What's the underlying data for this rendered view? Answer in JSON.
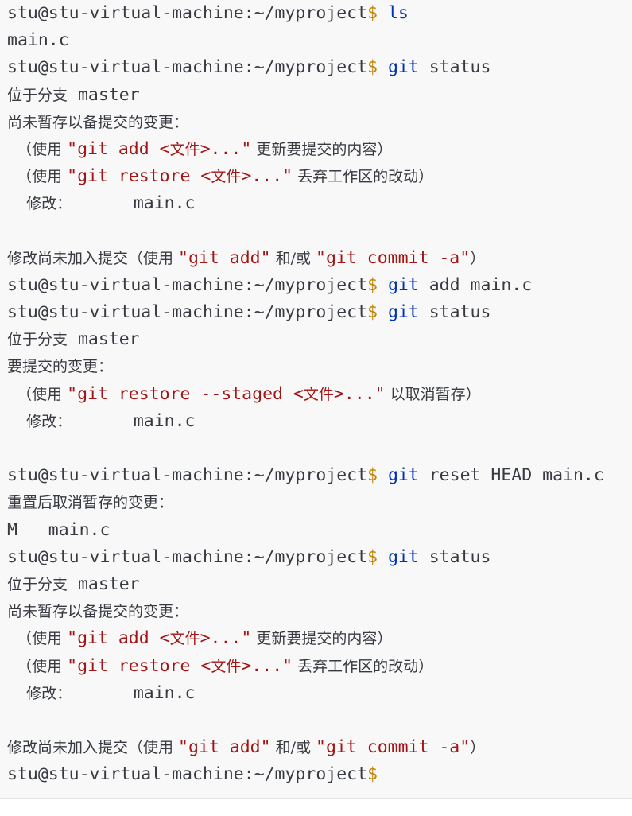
{
  "prompt": "stu@stu-virtual-machine:~/myproject",
  "dollar": "$",
  "lines": [
    {
      "type": "cmd",
      "kw": "ls",
      "rest": ""
    },
    {
      "type": "out",
      "text": "main.c"
    },
    {
      "type": "cmd",
      "kw": "git",
      "rest": " status"
    },
    {
      "type": "mixed",
      "parts": [
        {
          "t": "位于分支",
          "c": "cn"
        },
        {
          "t": " master",
          "c": ""
        }
      ]
    },
    {
      "type": "mixed",
      "parts": [
        {
          "t": "尚未暂存以备提交的变更：",
          "c": "cn"
        }
      ]
    },
    {
      "type": "mixed",
      "parts": [
        {
          "t": "  （使用 ",
          "c": "cn"
        },
        {
          "t": "\"git add <",
          "c": "str"
        },
        {
          "t": "文件",
          "c": "str cn"
        },
        {
          "t": ">...\"",
          "c": "str"
        },
        {
          "t": " 更新要提交的内容）",
          "c": "cn"
        }
      ]
    },
    {
      "type": "mixed",
      "parts": [
        {
          "t": "  （使用 ",
          "c": "cn"
        },
        {
          "t": "\"git restore <",
          "c": "str"
        },
        {
          "t": "文件",
          "c": "str cn"
        },
        {
          "t": ">...\"",
          "c": "str"
        },
        {
          "t": " 丢弃工作区的改动）",
          "c": "cn"
        }
      ]
    },
    {
      "type": "mixed",
      "parts": [
        {
          "t": "    修改：",
          "c": "cn"
        },
        {
          "t": "      main.c",
          "c": ""
        }
      ]
    },
    {
      "type": "blank"
    },
    {
      "type": "mixed",
      "parts": [
        {
          "t": "修改尚未加入提交（使用 ",
          "c": "cn"
        },
        {
          "t": "\"git add\"",
          "c": "str"
        },
        {
          "t": " 和/或 ",
          "c": "cn"
        },
        {
          "t": "\"git commit -a\"",
          "c": "str"
        },
        {
          "t": "）",
          "c": "cn"
        }
      ]
    },
    {
      "type": "cmd",
      "kw": "git",
      "rest": " add main.c"
    },
    {
      "type": "cmd",
      "kw": "git",
      "rest": " status"
    },
    {
      "type": "mixed",
      "parts": [
        {
          "t": "位于分支",
          "c": "cn"
        },
        {
          "t": " master",
          "c": ""
        }
      ]
    },
    {
      "type": "mixed",
      "parts": [
        {
          "t": "要提交的变更：",
          "c": "cn"
        }
      ]
    },
    {
      "type": "mixed",
      "parts": [
        {
          "t": "  （使用 ",
          "c": "cn"
        },
        {
          "t": "\"git restore --staged <",
          "c": "str"
        },
        {
          "t": "文件",
          "c": "str cn"
        },
        {
          "t": ">...\"",
          "c": "str"
        },
        {
          "t": " 以取消暂存）",
          "c": "cn"
        }
      ]
    },
    {
      "type": "mixed",
      "parts": [
        {
          "t": "    修改：",
          "c": "cn"
        },
        {
          "t": "      main.c",
          "c": ""
        }
      ]
    },
    {
      "type": "blank"
    },
    {
      "type": "cmd",
      "kw": "git",
      "rest": " reset HEAD main.c"
    },
    {
      "type": "mixed",
      "parts": [
        {
          "t": "重置后取消暂存的变更：",
          "c": "cn"
        }
      ]
    },
    {
      "type": "out",
      "text": "M   main.c"
    },
    {
      "type": "cmd",
      "kw": "git",
      "rest": " status"
    },
    {
      "type": "mixed",
      "parts": [
        {
          "t": "位于分支",
          "c": "cn"
        },
        {
          "t": " master",
          "c": ""
        }
      ]
    },
    {
      "type": "mixed",
      "parts": [
        {
          "t": "尚未暂存以备提交的变更：",
          "c": "cn"
        }
      ]
    },
    {
      "type": "mixed",
      "parts": [
        {
          "t": "  （使用 ",
          "c": "cn"
        },
        {
          "t": "\"git add <",
          "c": "str"
        },
        {
          "t": "文件",
          "c": "str cn"
        },
        {
          "t": ">...\"",
          "c": "str"
        },
        {
          "t": " 更新要提交的内容）",
          "c": "cn"
        }
      ]
    },
    {
      "type": "mixed",
      "parts": [
        {
          "t": "  （使用 ",
          "c": "cn"
        },
        {
          "t": "\"git restore <",
          "c": "str"
        },
        {
          "t": "文件",
          "c": "str cn"
        },
        {
          "t": ">...\"",
          "c": "str"
        },
        {
          "t": " 丢弃工作区的改动）",
          "c": "cn"
        }
      ]
    },
    {
      "type": "mixed",
      "parts": [
        {
          "t": "    修改：",
          "c": "cn"
        },
        {
          "t": "      main.c",
          "c": ""
        }
      ]
    },
    {
      "type": "blank"
    },
    {
      "type": "mixed",
      "parts": [
        {
          "t": "修改尚未加入提交（使用 ",
          "c": "cn"
        },
        {
          "t": "\"git add\"",
          "c": "str"
        },
        {
          "t": " 和/或 ",
          "c": "cn"
        },
        {
          "t": "\"git commit -a\"",
          "c": "str"
        },
        {
          "t": "）",
          "c": "cn"
        }
      ]
    },
    {
      "type": "cmd",
      "kw": "",
      "rest": ""
    }
  ],
  "colors": {
    "background": "#f8f8f8",
    "keyword": "#0033b3",
    "string": "#a31515",
    "dollar": "#c18401",
    "text": "#383a42"
  }
}
